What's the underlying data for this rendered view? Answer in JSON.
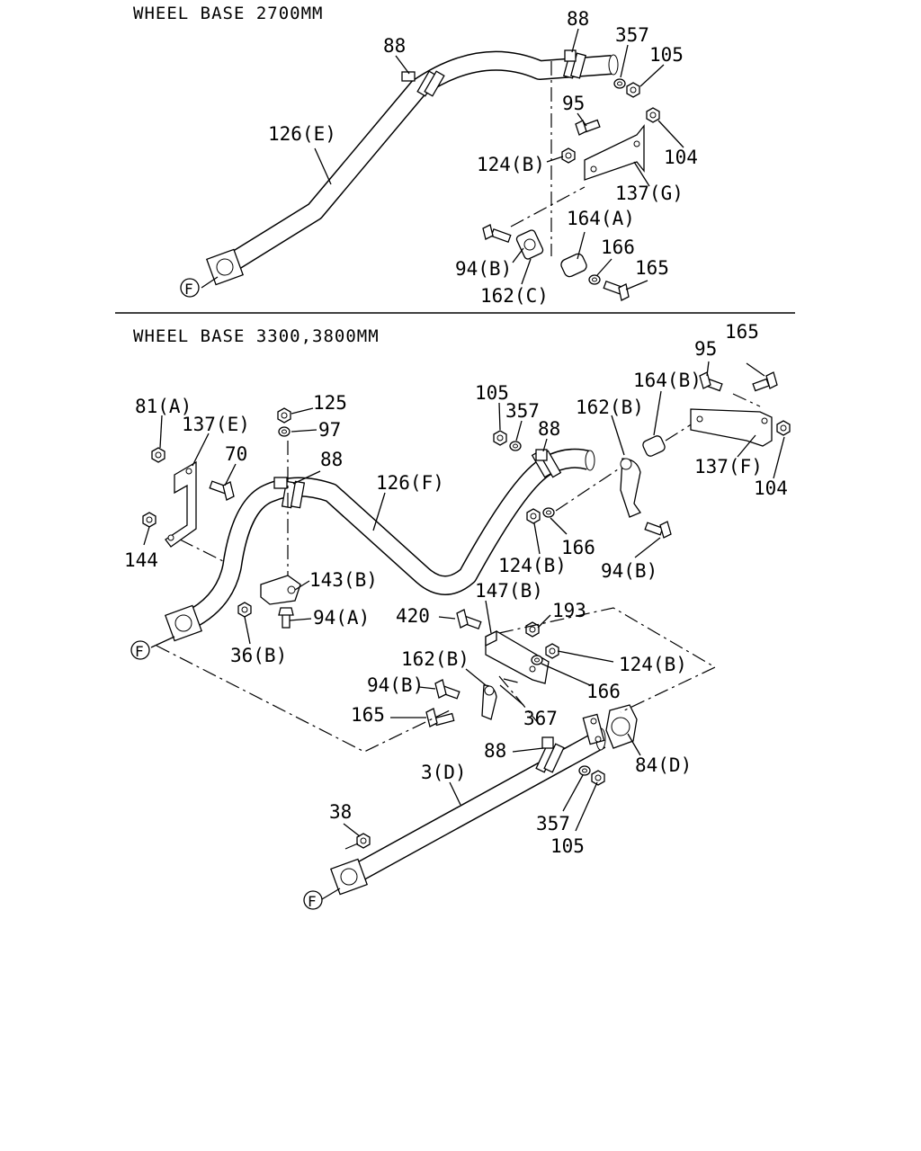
{
  "sections": {
    "top_title": "WHEEL BASE 2700MM",
    "bottom_title": "WHEEL BASE 3300,3800MM"
  },
  "front_marker": "F",
  "callouts_top": {
    "c88a": "88",
    "c88b": "88",
    "c357": "357",
    "c105": "105",
    "c95": "95",
    "c104": "104",
    "c126e": "126(E)",
    "c124b": "124(B)",
    "c137g": "137(G)",
    "c164a": "164(A)",
    "c166": "166",
    "c165": "165",
    "c94b": "94(B)",
    "c162c": "162(C)"
  },
  "callouts_bottom": {
    "c165a": "165",
    "c95": "95",
    "c164b": "164(B)",
    "c105a": "105",
    "c357a": "357",
    "c88a": "88",
    "c162b": "162(B)",
    "c137f": "137(F)",
    "c104": "104",
    "c81a": "81(A)",
    "c137e": "137(E)",
    "c125": "125",
    "c97": "97",
    "c70": "70",
    "c88b": "88",
    "c126f": "126(F)",
    "c144": "144",
    "c143b": "143(B)",
    "c94a": "94(A)",
    "c36b": "36(B)",
    "c124b1": "124(B)",
    "c166a": "166",
    "c94b1": "94(B)",
    "c147b": "147(B)",
    "c420": "420",
    "c193": "193",
    "c124b2": "124(B)",
    "c166b": "166",
    "c162b2": "162(B)",
    "c94b2": "94(B)",
    "c367": "367",
    "c165b": "165",
    "c88c": "88",
    "c84d": "84(D)",
    "c3d": "3(D)",
    "c38": "38",
    "c357b": "357",
    "c105b": "105"
  }
}
